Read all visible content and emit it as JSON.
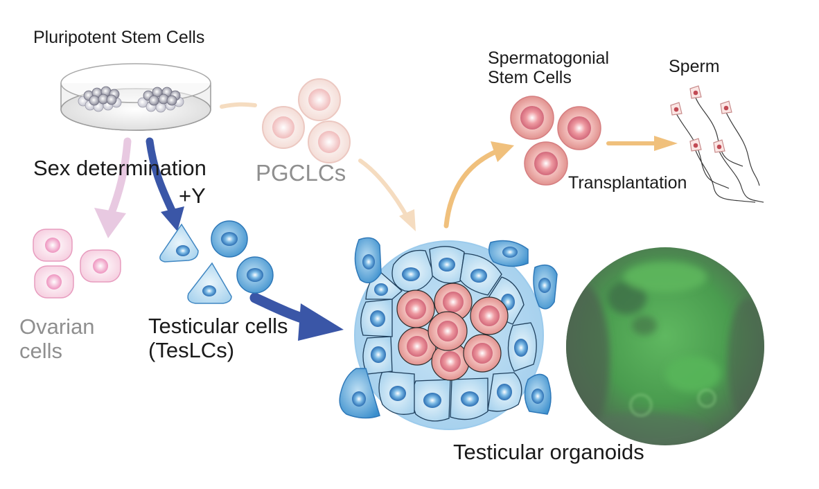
{
  "labels": {
    "pluripotent": "Pluripotent Stem Cells",
    "sex_determination": "Sex determination",
    "plus_y": "+Y",
    "pgclcs": "PGCLCs",
    "spermatogonial": "Spermatogonial Stem Cells",
    "sperm": "Sperm",
    "transplantation": "Transplantation",
    "ovarian": "Ovarian cells",
    "testicular_cells": "Testicular cells (TesLCs)",
    "testicular_organoids": "Testicular organoids"
  },
  "colors": {
    "tes_arrow": "#3a56a7",
    "ovarian_arrow": "#e8c9e1",
    "pgc_arrow": "#f5dcc0",
    "ssc_arrow": "#f0c07c",
    "fluorescence": "#4faa55"
  }
}
